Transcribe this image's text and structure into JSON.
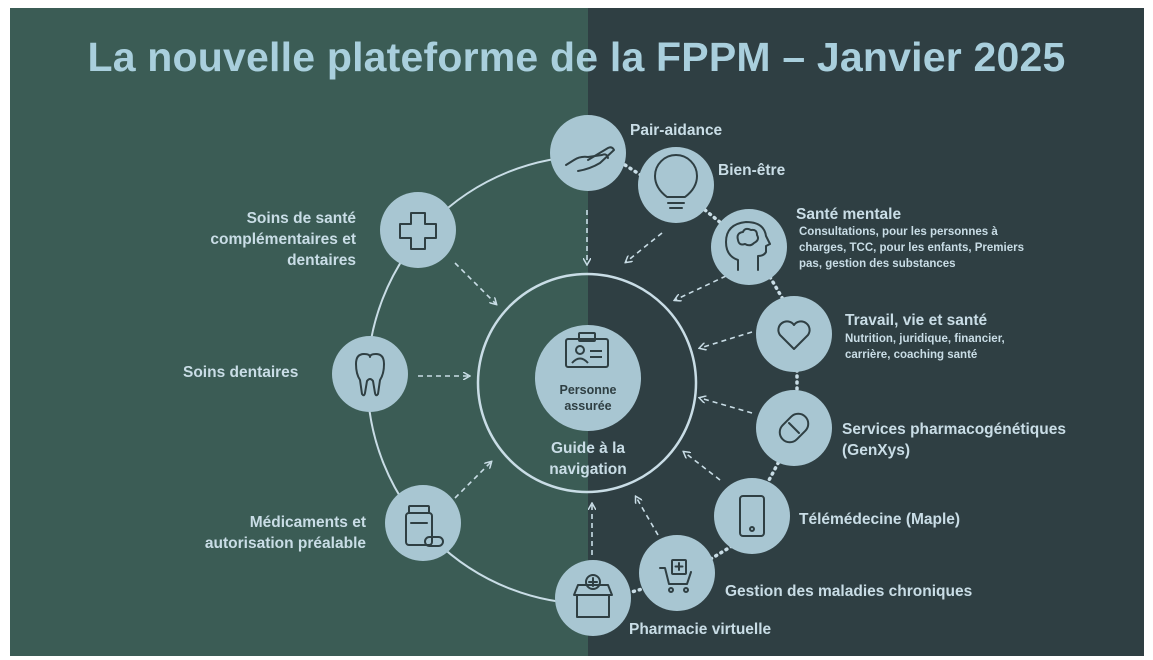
{
  "title": "La nouvelle plateforme de la FPPM –  Janvier 2025",
  "colors": {
    "bg_left": "#3b5c55",
    "bg_right": "#2f3f43",
    "circle_fill": "#a8c6d2",
    "icon_stroke": "#2f3f43",
    "line": "#c9dde6",
    "text": "#c9dde6"
  },
  "center": {
    "person_label_line1": "Personne",
    "person_label_line2": "assurée",
    "guide_line1": "Guide à la",
    "guide_line2": "navigation"
  },
  "left_services": {
    "soins_sante": {
      "line1": "Soins de santé",
      "line2": "complémentaires et",
      "line3": "dentaires"
    },
    "soins_dentaires": {
      "line1": "Soins dentaires"
    },
    "medicaments": {
      "line1": "Médicaments et",
      "line2": "autorisation préalable"
    }
  },
  "right_services": {
    "pair_aidance": {
      "label": "Pair-aidance"
    },
    "bien_etre": {
      "label": "Bien-être"
    },
    "sante_mentale": {
      "label": "Santé mentale",
      "desc_line1": "Consultations, pour les personnes à",
      "desc_line2": "charges, TCC, pour les enfants, Premiers",
      "desc_line3": "pas, gestion des substances"
    },
    "travail": {
      "label": "Travail, vie et santé",
      "desc_line1": "Nutrition, juridique, financier,",
      "desc_line2": "carrière, coaching santé"
    },
    "pharmaco": {
      "line1": "Services pharmacogénétiques",
      "line2": "(GenXys)"
    },
    "telemedecine": {
      "label": "Télémédecine (Maple)"
    },
    "maladies": {
      "label": "Gestion des maladies chroniques"
    },
    "pharmacie": {
      "label": "Pharmacie virtuelle"
    }
  }
}
